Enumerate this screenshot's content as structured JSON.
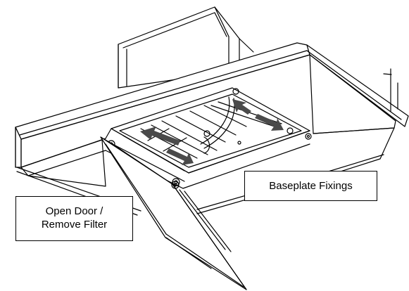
{
  "callouts": {
    "baseplate": {
      "label": "Baseplate Fixings"
    },
    "filter": {
      "line1": "Open Door /",
      "line2": "Remove Filter"
    }
  },
  "colors": {
    "line": "#000000",
    "background": "#ffffff",
    "arrow": "#4a4a4a"
  }
}
